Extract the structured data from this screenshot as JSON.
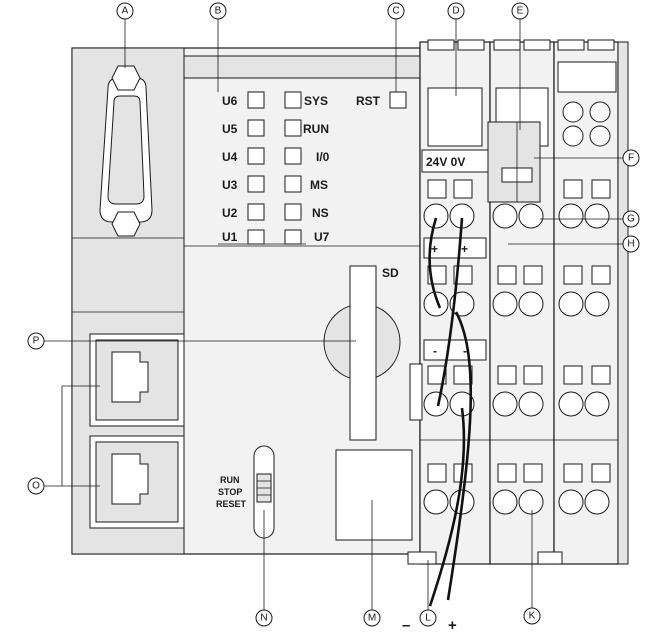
{
  "callouts": {
    "A": "A",
    "B": "B",
    "C": "C",
    "D": "D",
    "E": "E",
    "F": "F",
    "G": "G",
    "H": "H",
    "K": "K",
    "L": "L",
    "M": "M",
    "N": "N",
    "O": "O",
    "P": "P"
  },
  "leds_left": [
    "U6",
    "U5",
    "U4",
    "U3",
    "U2",
    "U1"
  ],
  "leds_right": [
    "SYS",
    "RUN",
    "I/0",
    "MS",
    "NS",
    "U7"
  ],
  "reset_label": "RST",
  "sd_label": "SD",
  "supply_label": "24V  0V",
  "switch_labels": [
    "RUN",
    "STOP",
    "RESET"
  ],
  "polarity": {
    "plus": "+",
    "minus": "-"
  },
  "wire_labels": {
    "minus": "–",
    "plus": "+"
  }
}
